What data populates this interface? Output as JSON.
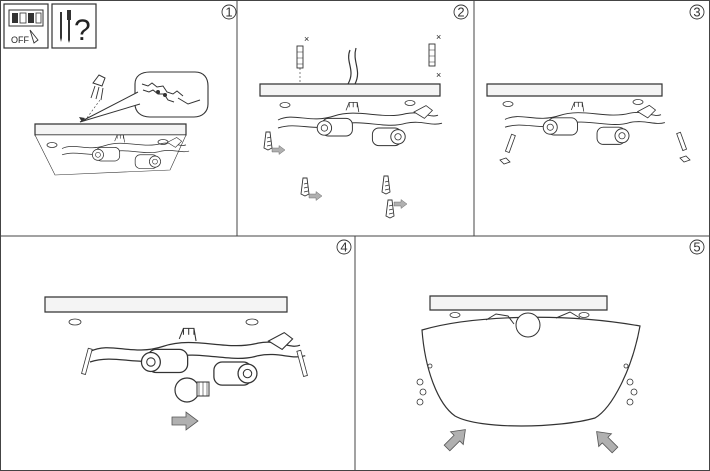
{
  "steps": [
    {
      "number": "1"
    },
    {
      "number": "2"
    },
    {
      "number": "3"
    },
    {
      "number": "4"
    },
    {
      "number": "5"
    }
  ],
  "power_label": "OFF",
  "tools_label": "?",
  "colors": {
    "line": "#333333",
    "border": "#444444",
    "arrow_fill": "#b0b0b0",
    "ceiling_fill": "#f4f4f4"
  }
}
